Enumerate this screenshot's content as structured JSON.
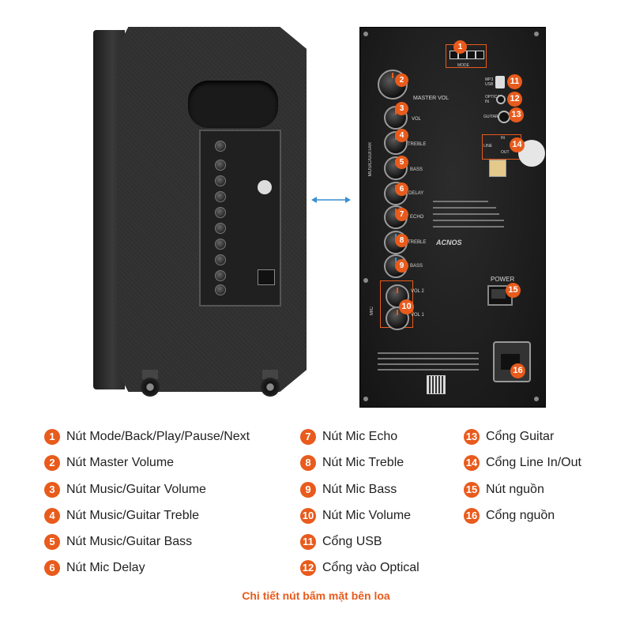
{
  "panel": {
    "callouts": [
      "1",
      "2",
      "3",
      "4",
      "5",
      "6",
      "7",
      "8",
      "9",
      "10",
      "11",
      "12",
      "13",
      "14",
      "15",
      "16"
    ],
    "labels": {
      "master_vol": "MASTER VOL",
      "vol": "VOL",
      "treble": "TREBLE",
      "bass": "BASS",
      "delay": "DELAY",
      "echo": "ECHO",
      "mic_treble": "TREBLE",
      "mic_bass": "BASS",
      "vol2": "VOL 2",
      "vol1": "VOL 1",
      "music_guitar": "MUSIC/GUITAR",
      "mic": "MIC",
      "mode": "MODE",
      "mp3_usb": "MP3\nUSB",
      "optical": "OPTICAL\nIN",
      "guitar": "GUITAR",
      "line": "LINE",
      "in": "IN",
      "out": "OUT",
      "power": "POWER",
      "brand": "ACNOS"
    }
  },
  "legend": [
    {
      "num": "1",
      "text": "Nút Mode/Back/Play/Pause/Next"
    },
    {
      "num": "2",
      "text": "Nút Master Volume"
    },
    {
      "num": "3",
      "text": "Nút Music/Guitar Volume"
    },
    {
      "num": "4",
      "text": "Nút Music/Guitar Treble"
    },
    {
      "num": "5",
      "text": "Nút Music/Guitar Bass"
    },
    {
      "num": "6",
      "text": "Nút Mic Delay"
    },
    {
      "num": "7",
      "text": "Nút Mic Echo"
    },
    {
      "num": "8",
      "text": "Nút Mic Treble"
    },
    {
      "num": "9",
      "text": "Nút Mic Bass"
    },
    {
      "num": "10",
      "text": "Nút Mic Volume"
    },
    {
      "num": "11",
      "text": "Cổng USB"
    },
    {
      "num": "12",
      "text": "Cổng vào Optical"
    },
    {
      "num": "13",
      "text": "Cổng Guitar"
    },
    {
      "num": "14",
      "text": "Cổng Line In/Out"
    },
    {
      "num": "15",
      "text": "Nút nguồn"
    },
    {
      "num": "16",
      "text": "Cổng nguồn"
    }
  ],
  "caption": "Chi tiết nút bấm mặt bên loa",
  "colors": {
    "accent": "#e85b1c",
    "arrow": "#3a8fd0"
  }
}
